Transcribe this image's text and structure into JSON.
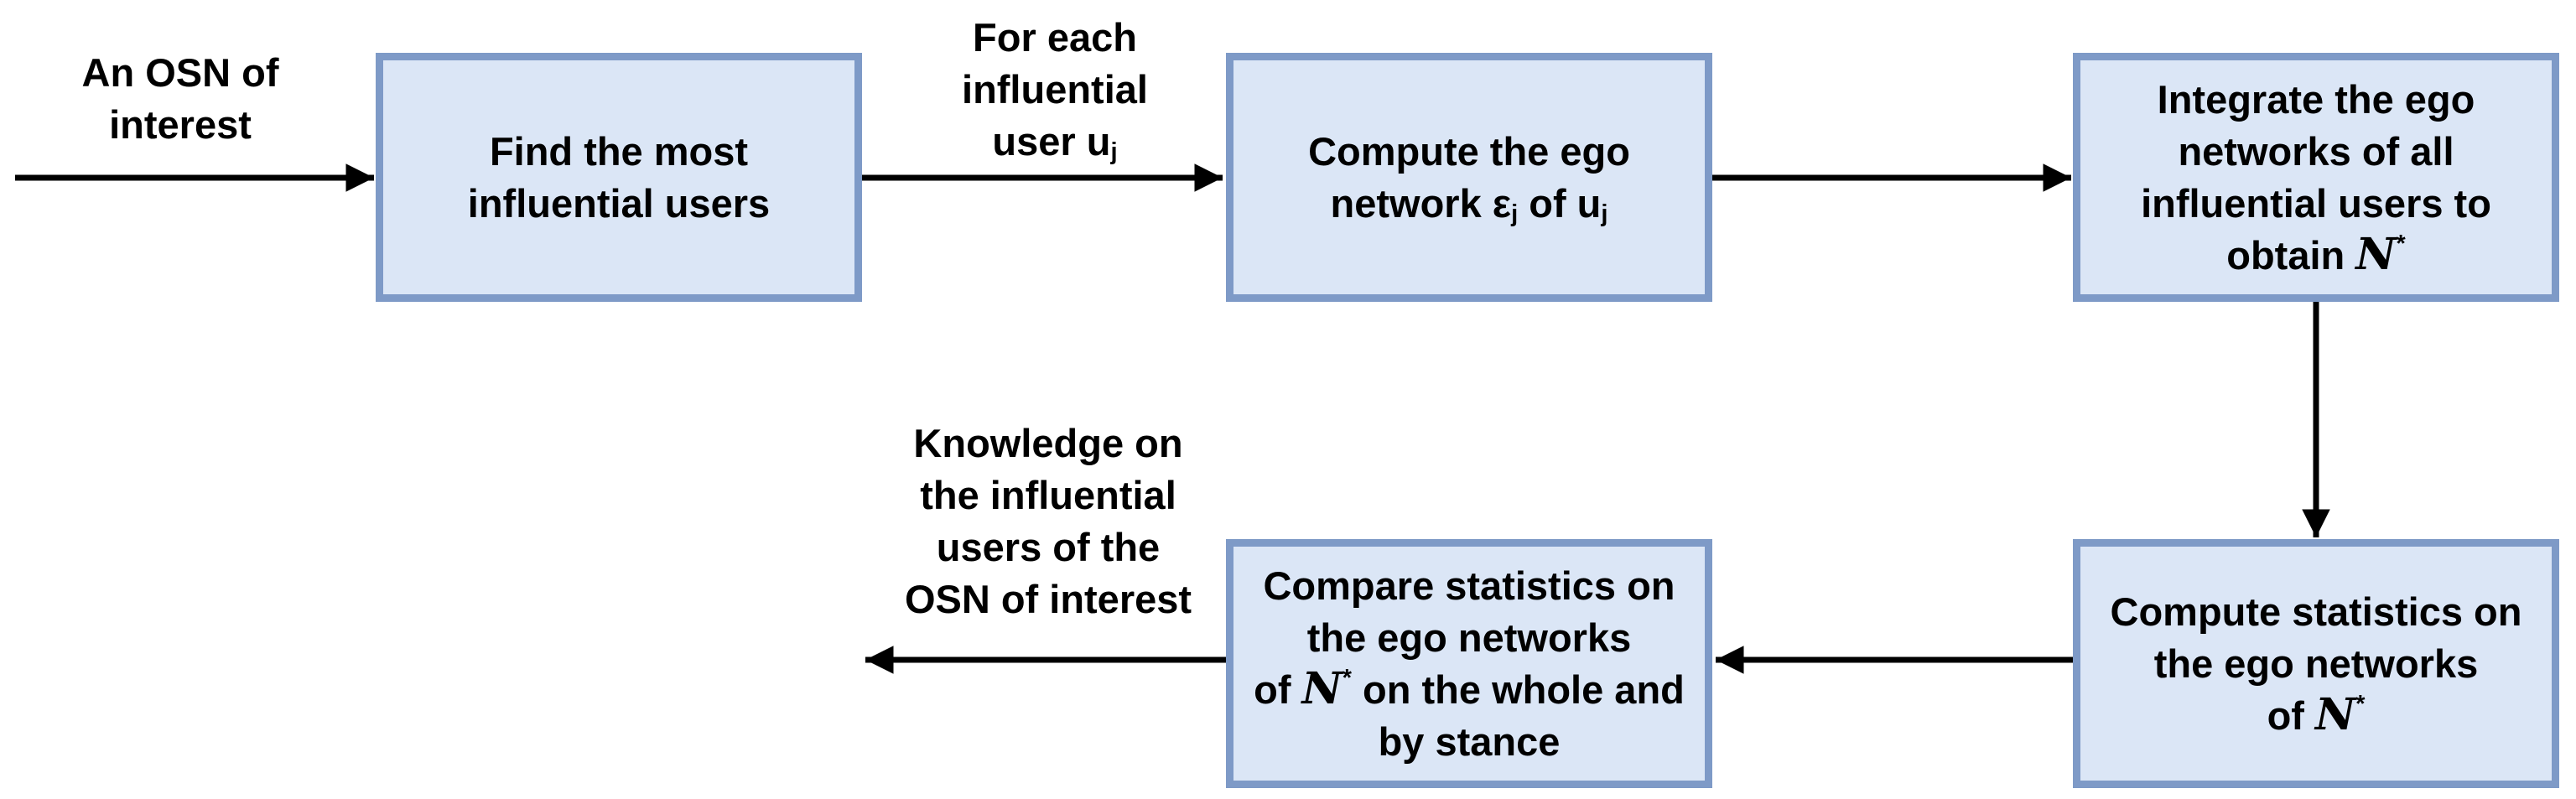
{
  "figure_type": "flowchart",
  "colors": {
    "box_fill": "#dbe6f6",
    "box_border": "#7e9ac7",
    "arrow_color": "#000000",
    "text_color": "#000000",
    "canvas_bg": "#ffffff"
  },
  "nodes": {
    "input_label": {
      "role": "edge-annotation",
      "text": "An OSN of interest",
      "segments": [
        {
          "t": "An OSN of"
        },
        {
          "k": "br"
        },
        {
          "t": "interest"
        }
      ]
    },
    "find_influential": {
      "role": "process-box",
      "text": "Find the most influential users",
      "segments": [
        {
          "t": "Find the most"
        },
        {
          "k": "br"
        },
        {
          "t": "influential users"
        }
      ]
    },
    "foreach_label": {
      "role": "edge-annotation",
      "text": "For each influential user uj",
      "segments": [
        {
          "t": "For each"
        },
        {
          "k": "br"
        },
        {
          "t": "influential"
        },
        {
          "k": "br"
        },
        {
          "t": "user u"
        },
        {
          "t": "j",
          "k": "sub"
        }
      ]
    },
    "compute_ego": {
      "role": "process-box",
      "text": "Compute the ego network εj of uj",
      "segments": [
        {
          "t": "Compute the ego"
        },
        {
          "k": "br"
        },
        {
          "t": "network ε"
        },
        {
          "t": "j",
          "k": "sub"
        },
        {
          "t": " of u"
        },
        {
          "t": "j",
          "k": "sub"
        }
      ]
    },
    "integrate": {
      "role": "process-box",
      "text": "Integrate the ego networks of all influential users to obtain N*",
      "segments": [
        {
          "t": "Integrate the ego"
        },
        {
          "k": "br"
        },
        {
          "t": "networks of all"
        },
        {
          "k": "br"
        },
        {
          "t": "influential users to"
        },
        {
          "k": "br"
        },
        {
          "t": "obtain "
        },
        {
          "t": "N",
          "k": "script"
        },
        {
          "t": "*",
          "k": "sup"
        }
      ]
    },
    "compute_stats": {
      "role": "process-box",
      "text": "Compute statistics on the ego networks of N*",
      "segments": [
        {
          "t": "Compute statistics on"
        },
        {
          "k": "br"
        },
        {
          "t": "the ego networks"
        },
        {
          "k": "br"
        },
        {
          "t": "of "
        },
        {
          "t": "N",
          "k": "script"
        },
        {
          "t": "*",
          "k": "sup"
        }
      ]
    },
    "compare_stats": {
      "role": "process-box",
      "text": "Compare statistics on the ego networks of N* on the whole and by stance",
      "segments": [
        {
          "t": "Compare statistics on"
        },
        {
          "k": "br"
        },
        {
          "t": "the ego networks"
        },
        {
          "k": "br"
        },
        {
          "t": "of "
        },
        {
          "t": "N",
          "k": "script"
        },
        {
          "t": "*",
          "k": "sup"
        },
        {
          "t": " on the whole and"
        },
        {
          "k": "br"
        },
        {
          "t": "by stance"
        }
      ]
    },
    "knowledge_label": {
      "role": "edge-annotation",
      "text": "Knowledge on the influential users of the OSN of interest",
      "segments": [
        {
          "t": "Knowledge on"
        },
        {
          "k": "br"
        },
        {
          "t": "the influential"
        },
        {
          "k": "br"
        },
        {
          "t": "users of the"
        },
        {
          "k": "br"
        },
        {
          "t": "OSN of interest"
        }
      ]
    }
  },
  "edges": [
    {
      "from": "external-input",
      "to": "find_influential",
      "annotation": "input_label",
      "direction": "right"
    },
    {
      "from": "find_influential",
      "to": "compute_ego",
      "annotation": "foreach_label",
      "direction": "right"
    },
    {
      "from": "compute_ego",
      "to": "integrate",
      "direction": "right"
    },
    {
      "from": "integrate",
      "to": "compute_stats",
      "direction": "down"
    },
    {
      "from": "compute_stats",
      "to": "compare_stats",
      "direction": "left"
    },
    {
      "from": "compare_stats",
      "to": "external-output",
      "annotation": "knowledge_label",
      "direction": "left"
    }
  ]
}
